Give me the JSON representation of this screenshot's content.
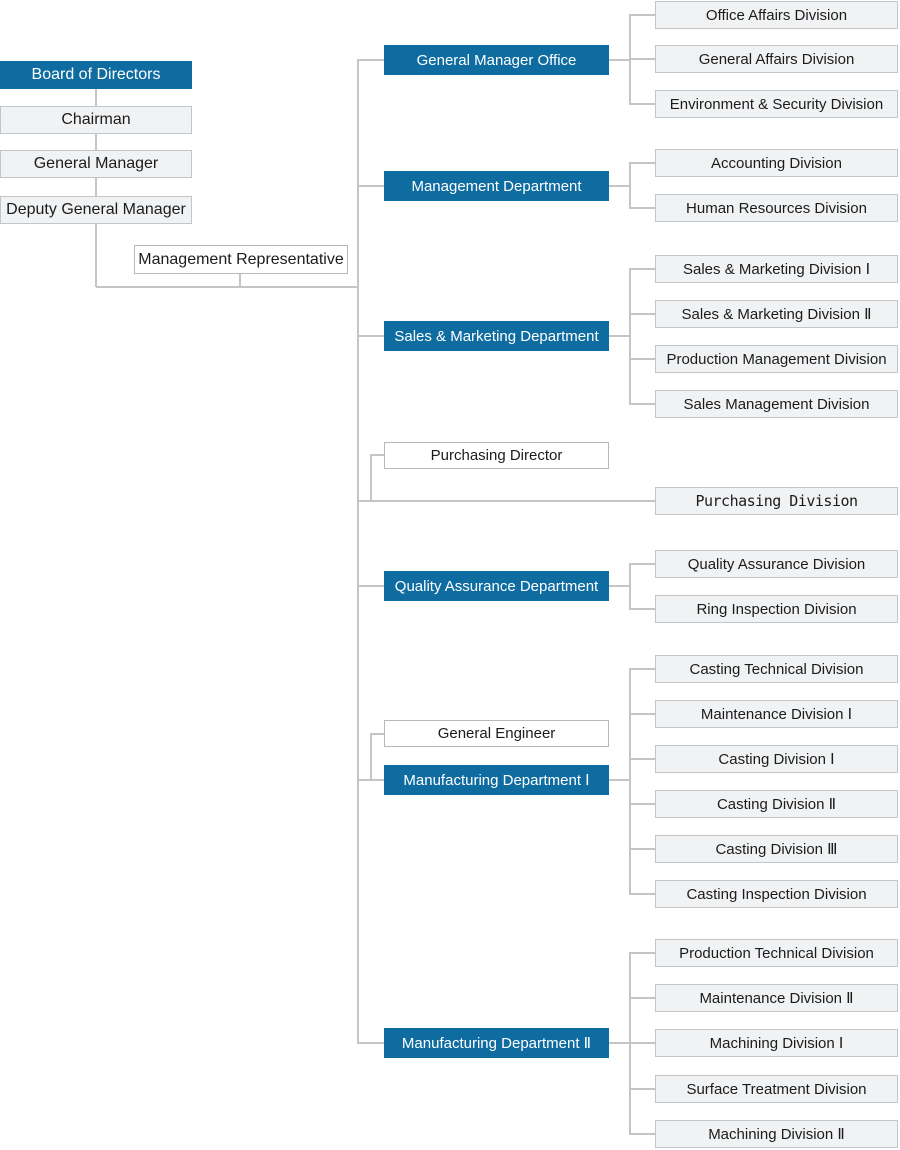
{
  "palette": {
    "department_blue": "#0e6ca1",
    "box_fill": "#f1f2f3",
    "box_border": "#c2c6c8",
    "connector_line": "#c2c6c8",
    "text_dark": "#1c1c1c",
    "text_on_blue": "#ffffff"
  },
  "executive": {
    "board": "Board of Directors",
    "chairman": "Chairman",
    "general_manager": "General Manager",
    "deputy_general_manager": "Deputy General Manager",
    "management_representative": "Management Representative"
  },
  "staff": {
    "purchasing_director": "Purchasing Director",
    "general_engineer": "General Engineer"
  },
  "departments": {
    "gm_office": {
      "label": "General Manager Office",
      "divisions": [
        "Office Affairs Division",
        "General Affairs Division",
        "Environment & Security Division"
      ]
    },
    "management": {
      "label": "Management Department",
      "divisions": [
        "Accounting Division",
        "Human Resources Division"
      ]
    },
    "sales_marketing": {
      "label": "Sales & Marketing Department",
      "divisions": [
        "Sales & Marketing Division Ⅰ",
        "Sales & Marketing Division Ⅱ",
        "Production Management Division",
        "Sales Management Division"
      ]
    },
    "purchasing": {
      "label": "Purchasing Division"
    },
    "quality": {
      "label": "Quality Assurance Department",
      "divisions": [
        "Quality Assurance Division",
        "Ring Inspection Division"
      ]
    },
    "manufacturing1": {
      "label": "Manufacturing Department Ⅰ",
      "divisions": [
        "Casting Technical Division",
        "Maintenance Division Ⅰ",
        "Casting Division Ⅰ",
        "Casting Division Ⅱ",
        "Casting Division Ⅲ",
        "Casting Inspection Division"
      ]
    },
    "manufacturing2": {
      "label": "Manufacturing Department Ⅱ",
      "divisions": [
        "Production Technical Division",
        "Maintenance Division Ⅱ",
        "Machining Division Ⅰ",
        "Surface Treatment Division",
        "Machining Division Ⅱ"
      ]
    }
  }
}
